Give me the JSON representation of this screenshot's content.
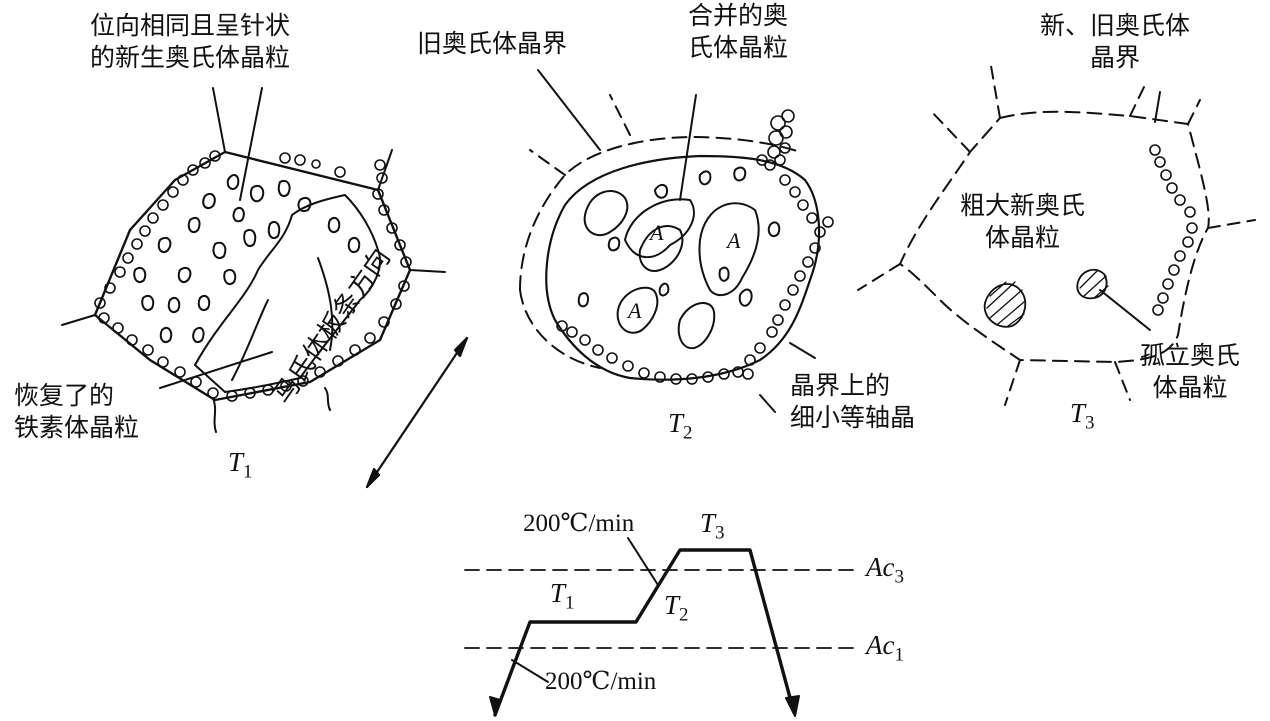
{
  "labels": {
    "needle_grains": [
      "位向相同且呈针状",
      "的新生奥氏体晶粒"
    ],
    "recovered_ferrite": [
      "恢复了的",
      "铁素体晶粒"
    ],
    "martensite_direction": "马氏体板条方向",
    "old_austenite_boundary": "旧奥氏体晶界",
    "merged_grains": [
      "合并的奥",
      "氏体晶粒"
    ],
    "fine_equiaxed": [
      "晶界上的",
      "细小等轴晶"
    ],
    "new_old_boundary": [
      "新、旧奥氏体",
      "晶界"
    ],
    "coarse_grains": [
      "粗大新奥氏",
      "体晶粒"
    ],
    "isolated_grains": [
      "孤立奥氏",
      "体晶粒"
    ]
  },
  "temperatures": {
    "t1": {
      "symbol": "T",
      "sub": "1"
    },
    "t2": {
      "symbol": "T",
      "sub": "2"
    },
    "t3": {
      "symbol": "T",
      "sub": "3"
    }
  },
  "austenite_mark": "A",
  "heat_schedule": {
    "rate_top": "200℃/min",
    "rate_bottom": "200℃/min",
    "ac3": {
      "symbol": "Ac",
      "sub": "3"
    },
    "ac1": {
      "symbol": "Ac",
      "sub": "1"
    }
  }
}
